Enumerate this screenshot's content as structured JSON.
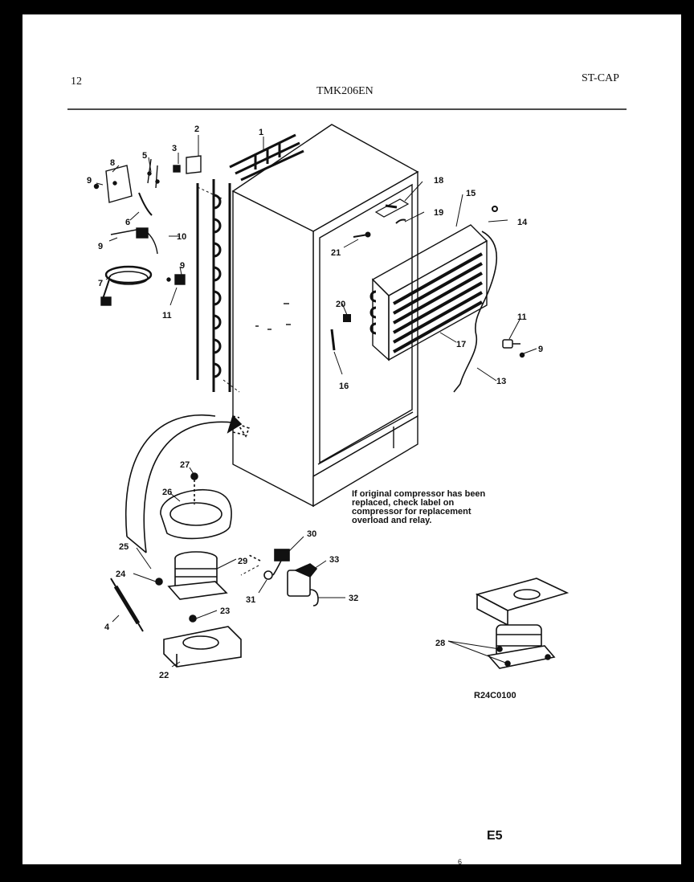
{
  "page": {
    "number": "12",
    "model": "TMK206EN",
    "section": "ST-CAP",
    "drawing_code": "R24C0100",
    "sheet_code": "E5",
    "footer_mark": "6"
  },
  "note": "If original compressor has been replaced, check label on compressor for replacement overload and relay.",
  "callouts": [
    "1",
    "2",
    "3",
    "5",
    "8",
    "9",
    "6",
    "9",
    "10",
    "7",
    "9",
    "11",
    "18",
    "15",
    "19",
    "14",
    "21",
    "20",
    "16",
    "17",
    "11",
    "9",
    "13",
    "27",
    "26",
    "25",
    "24",
    "29",
    "30",
    "33",
    "31",
    "32",
    "4",
    "23",
    "22",
    "28"
  ]
}
